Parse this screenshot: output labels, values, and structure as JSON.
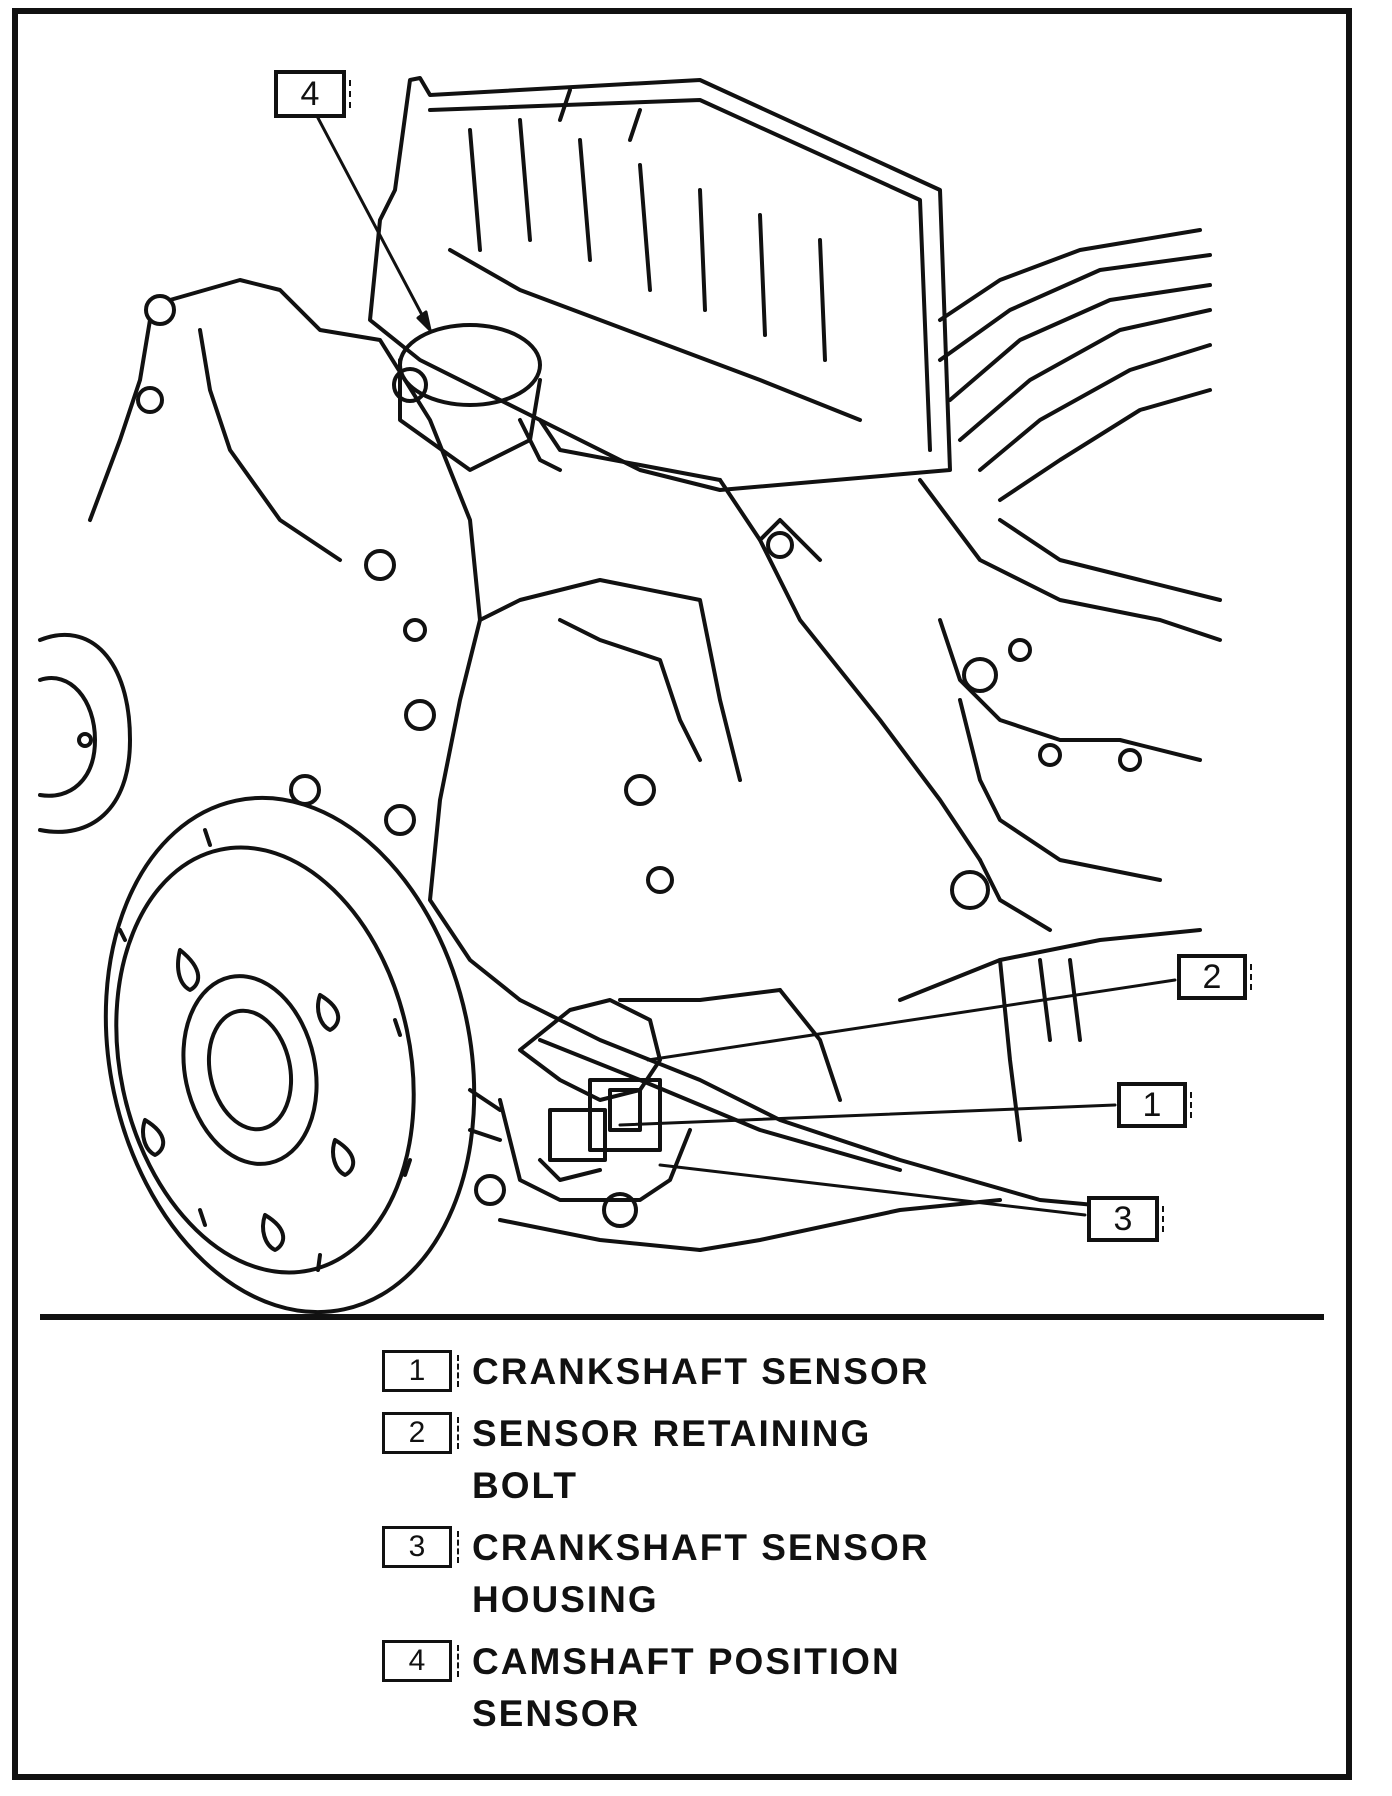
{
  "callouts": [
    {
      "number": "1"
    },
    {
      "number": "2"
    },
    {
      "number": "3"
    },
    {
      "number": "4"
    }
  ],
  "legend": [
    {
      "number": "1",
      "label": "CRANKSHAFT SENSOR"
    },
    {
      "number": "2",
      "label": "SENSOR RETAINING\nBOLT"
    },
    {
      "number": "3",
      "label": "CRANKSHAFT SENSOR\nHOUSING"
    },
    {
      "number": "4",
      "label": "CAMSHAFT POSITION\nSENSOR"
    }
  ],
  "colors": {
    "ink": "#111111",
    "paper": "#ffffff"
  }
}
